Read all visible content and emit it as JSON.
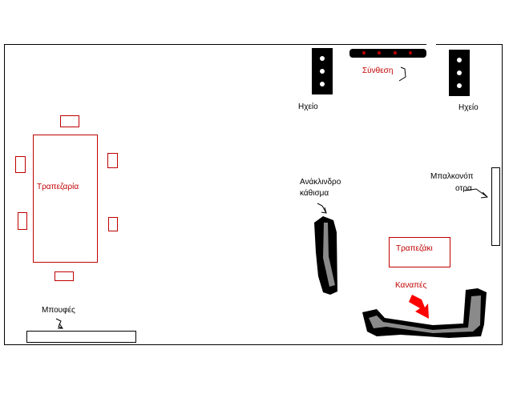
{
  "labels": {
    "dining": "Τραπεζαρία",
    "speaker_left": "Ηχείο",
    "speaker_right": "Ηχείο",
    "stereo": "Σύνθεση",
    "recliner_line1": "Ανάκλινδρο",
    "recliner_line2": "κάθισμα",
    "balcony_line1": "Μπαλκονόπ",
    "balcony_line2": "οτρα",
    "coffee_table": "Τραπεζάκι",
    "sofa": "Καναπές",
    "sideboard": "Μπουφές"
  },
  "colors": {
    "furniture_outline": "#c00000",
    "sofa_arrow": "#ff0000",
    "recliner_fill": "#808080",
    "speaker": "#000000"
  }
}
